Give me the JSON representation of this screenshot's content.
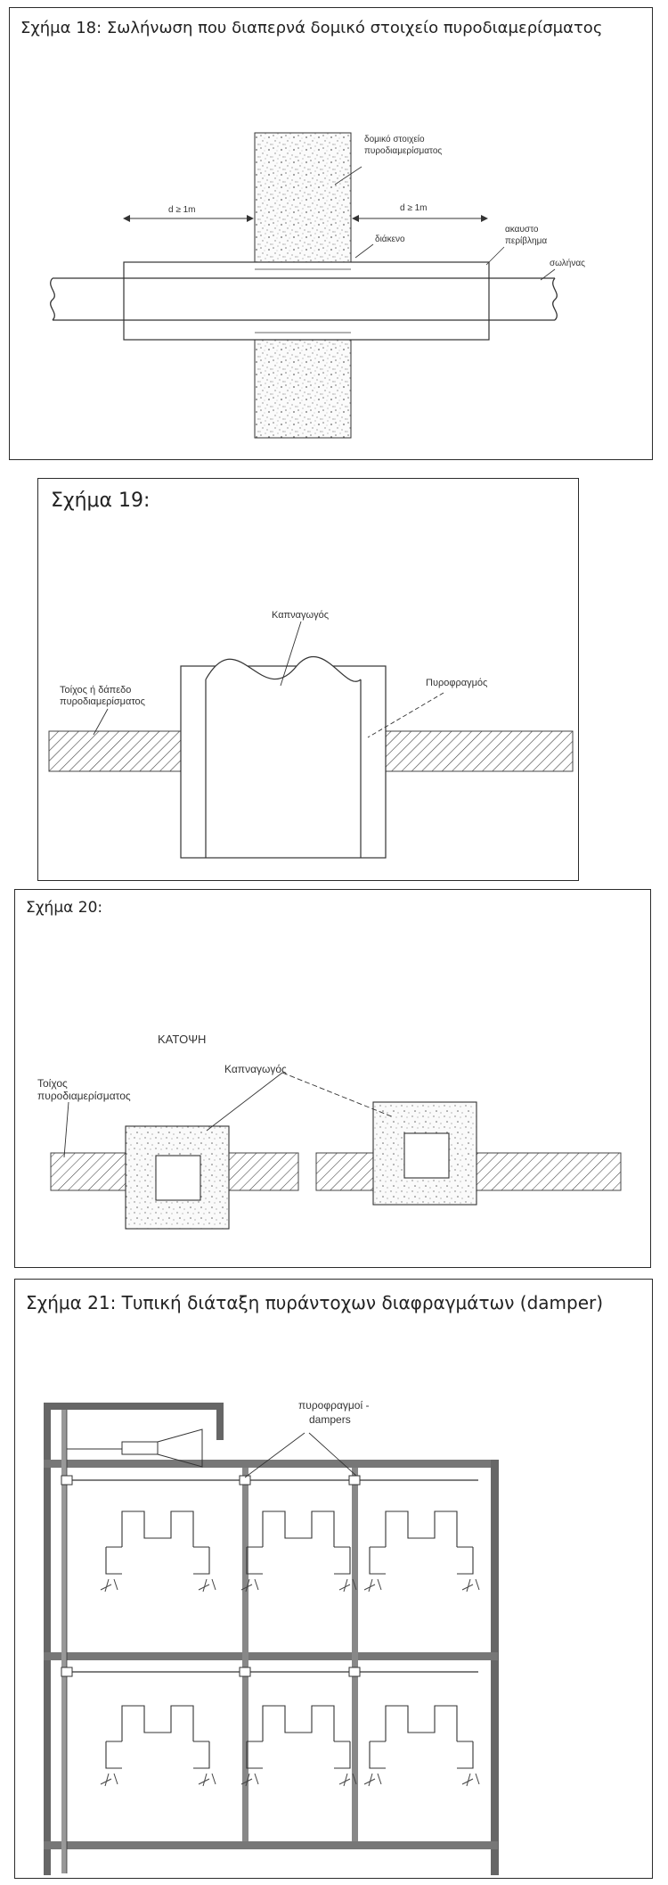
{
  "figures": {
    "fig18": {
      "caption": "Σχήμα 18: Σωλήνωση που διαπερνά δομικό στοιχείο πυροδιαμερίσματος",
      "labels": {
        "element_line1": "δομικό στοιχείο",
        "element_line2": "πυροδιαμερίσματος",
        "dist_left": "d ≥ 1m",
        "dist_right": "d ≥ 1m",
        "gap": "διάκενο",
        "sleeve_line1": "ακαυστο",
        "sleeve_line2": "περίβλημα",
        "pipe": "σωλήνας"
      }
    },
    "fig19": {
      "caption": "Σχήμα 19:",
      "labels": {
        "duct": "Καπναγωγός",
        "damper": "Πυροφραγμός",
        "wall_line1": "Τοίχος ή δάπεδο",
        "wall_line2": "πυροδιαμερίσματος"
      }
    },
    "fig20": {
      "caption": "Σχήμα 20:",
      "labels": {
        "plan": "ΚΑΤΟΨΗ",
        "wall_line1": "Τοίχος",
        "wall_line2": "πυροδιαμερίσματος",
        "duct": "Καπναγωγός"
      }
    },
    "fig21": {
      "caption": "Σχήμα 21: Τυπική διάταξη πυράντοχων διαφραγμάτων (damper)",
      "labels": {
        "dampers_line1": "πυροφραγμοί -",
        "dampers_line2": "dampers"
      }
    }
  }
}
